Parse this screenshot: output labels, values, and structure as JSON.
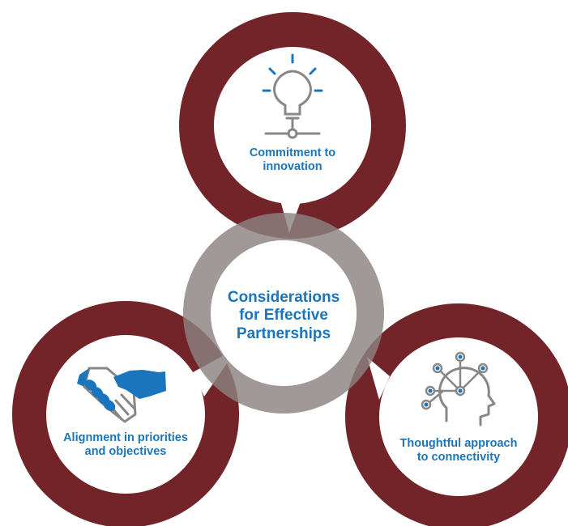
{
  "center": {
    "lines": [
      "Considerations",
      "for Effective",
      "Partnerships"
    ]
  },
  "nodes": [
    {
      "id": "innovation",
      "icon": "lightbulb-icon",
      "lines": [
        "Commitment to",
        "innovation"
      ]
    },
    {
      "id": "alignment",
      "icon": "handshake-icon",
      "lines": [
        "Alignment in priorities",
        "and objectives"
      ]
    },
    {
      "id": "connectivity",
      "icon": "head-network-icon",
      "lines": [
        "Thoughtful approach",
        "to connectivity"
      ]
    }
  ],
  "colors": {
    "ring": "#722428",
    "center_ring": "#948b88",
    "text_blue": "#1b75bc",
    "icon_gray": "#8a8684",
    "icon_blue": "#1b75bc"
  }
}
